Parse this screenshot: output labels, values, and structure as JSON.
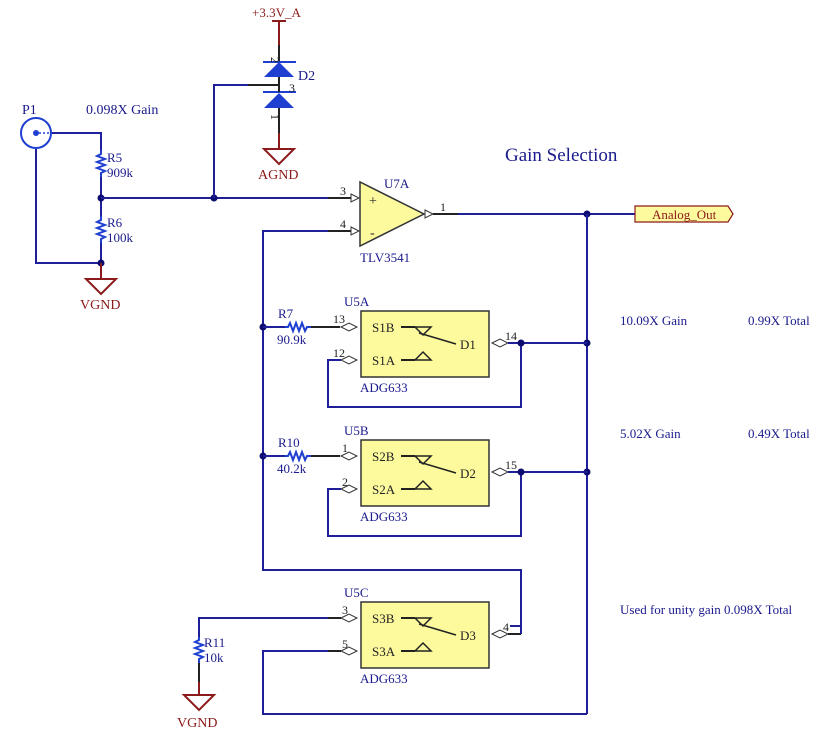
{
  "title": "Gain Selection",
  "colors": {
    "wire": "#1f1f9a",
    "power": "#8b1a1a",
    "component_fill": "#fdfa9e",
    "diode": "#1f3fd0"
  },
  "connector": {
    "ref": "P1",
    "note": "0.098X Gain"
  },
  "power": {
    "supply": "+3.3V_A",
    "agnd": "AGND",
    "vgnd_1": "VGND",
    "vgnd_2": "VGND"
  },
  "diode": {
    "ref": "D2",
    "pins": [
      "2",
      "3",
      "1"
    ]
  },
  "resistors": [
    {
      "ref": "R5",
      "value": "909k"
    },
    {
      "ref": "R6",
      "value": "100k"
    },
    {
      "ref": "R7",
      "value": "90.9k"
    },
    {
      "ref": "R10",
      "value": "40.2k"
    },
    {
      "ref": "R11",
      "value": "10k"
    }
  ],
  "opamp": {
    "ref": "U7A",
    "part": "TLV3541",
    "pin_plus": "3",
    "pin_minus": "4",
    "pin_out": "1",
    "plus_sign": "+",
    "minus_sign": "-"
  },
  "net_label": "Analog_Out",
  "switches": [
    {
      "ref": "U5A",
      "part": "ADG633",
      "sb": "S1B",
      "sa": "S1A",
      "d": "D1",
      "pin_sb": "13",
      "pin_sa": "12",
      "pin_d": "14"
    },
    {
      "ref": "U5B",
      "part": "ADG633",
      "sb": "S2B",
      "sa": "S2A",
      "d": "D2",
      "pin_sb": "1",
      "pin_sa": "2",
      "pin_d": "15"
    },
    {
      "ref": "U5C",
      "part": "ADG633",
      "sb": "S3B",
      "sa": "S3A",
      "d": "D3",
      "pin_sb": "3",
      "pin_sa": "5",
      "pin_d": "4"
    }
  ],
  "annotations": [
    {
      "gain": "10.09X Gain",
      "total": "0.99X Total"
    },
    {
      "gain": "5.02X Gain",
      "total": "0.49X Total"
    },
    {
      "text": "Used for unity gain 0.098X Total"
    }
  ]
}
